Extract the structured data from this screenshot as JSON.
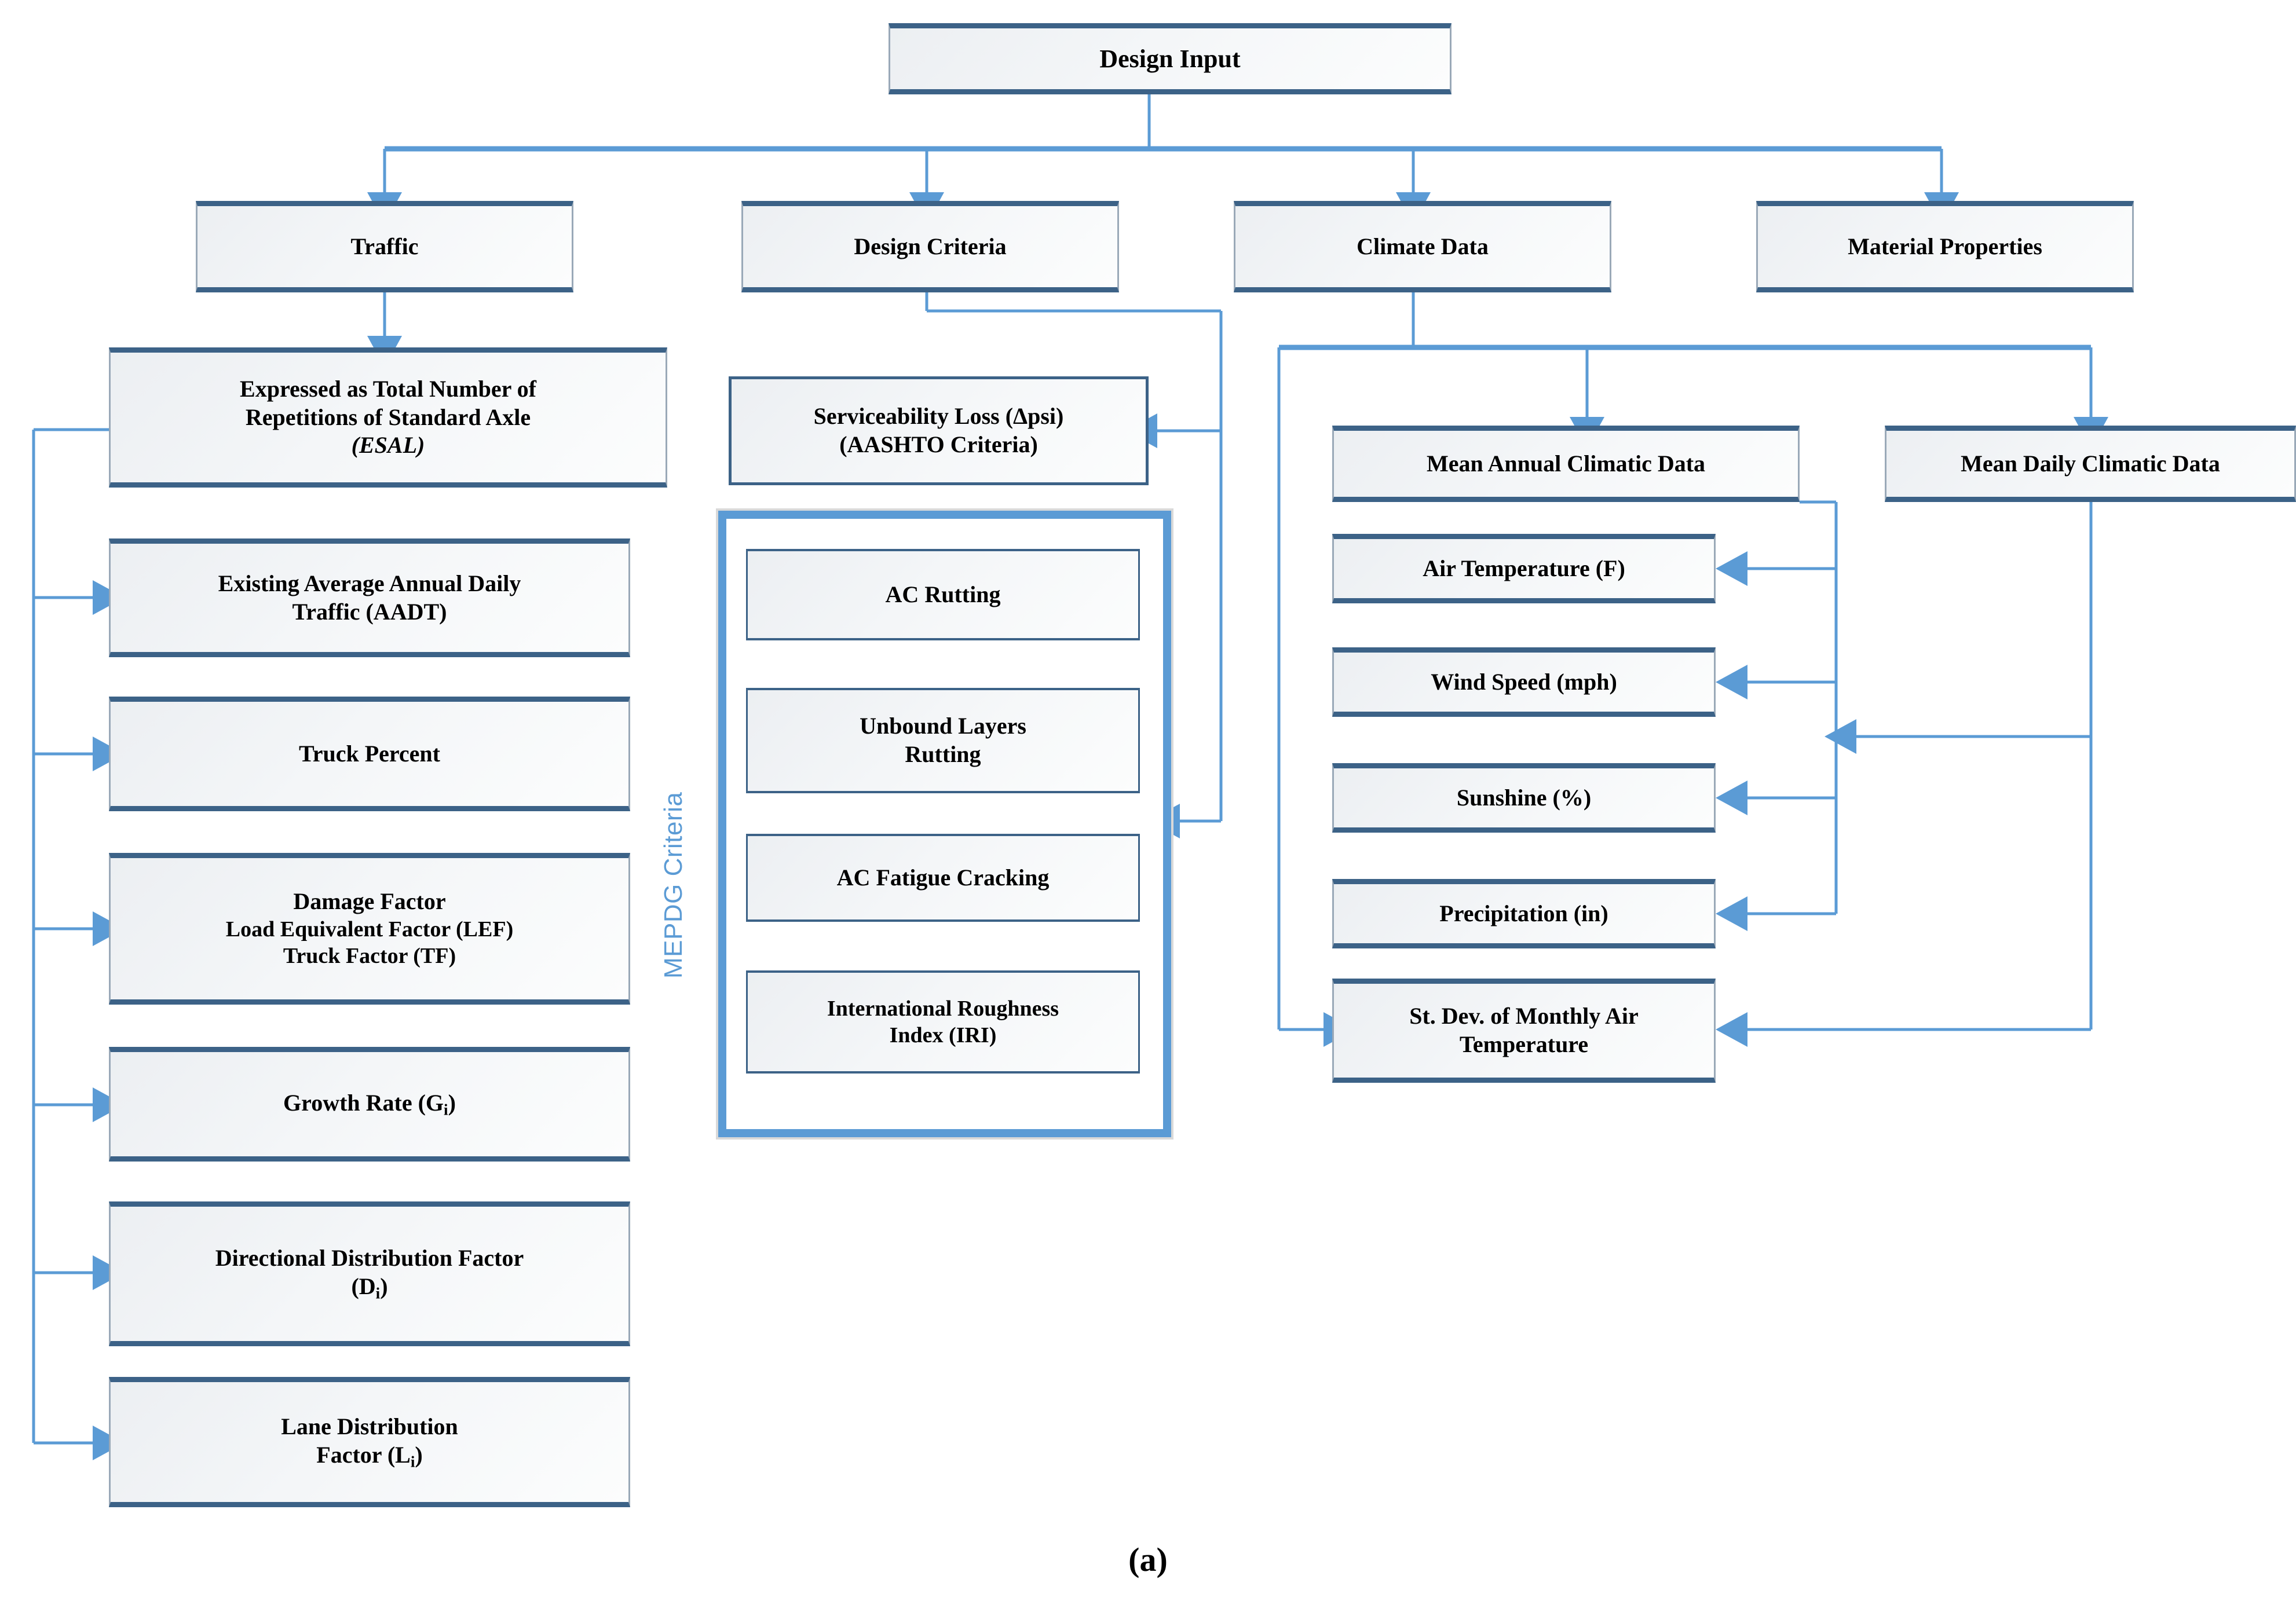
{
  "figure": {
    "caption": "(a)",
    "accent_color": "#5b9bd5",
    "box_border_color": "#3c6287",
    "connector_color": "#5b9bd5",
    "group_label": "MEPDG Criteria"
  },
  "root": {
    "label": "Design Input"
  },
  "level2": [
    {
      "label": "Traffic"
    },
    {
      "label": "Design Criteria"
    },
    {
      "label": "Climate Data"
    },
    {
      "label": "Material Properties"
    }
  ],
  "traffic_children": [
    {
      "line1": "Expressed as Total Number of",
      "line2": "Repetitions of Standard Axle",
      "line3": "(ESAL)"
    },
    {
      "line1": "Existing Average Annual Daily",
      "line2": "Traffic (AADT)"
    },
    {
      "line1": "Truck Percent"
    },
    {
      "line1": "Damage Factor",
      "line2": "Load Equivalent Factor (LEF)",
      "line3": "Truck Factor (TF)"
    },
    {
      "line1": "Growth Rate (G",
      "sub": "i",
      "line1_tail": ")"
    },
    {
      "line1": "Directional Distribution Factor",
      "line2": "(D",
      "sub": "i",
      "line2_tail": ")"
    },
    {
      "line1": "Lane Distribution",
      "line2": "Factor (L",
      "sub": "i",
      "line2_tail": ")"
    }
  ],
  "design_criteria_children": [
    {
      "line1": "Serviceability Loss (Δpsi)",
      "line2": "(AASHTO Criteria)"
    }
  ],
  "mepdg_criteria": [
    {
      "line1": "AC Rutting"
    },
    {
      "line1": "Unbound Layers",
      "line2": "Rutting"
    },
    {
      "line1": "AC Fatigue Cracking"
    },
    {
      "line1": "International Roughness",
      "line2": "Index (IRI)"
    }
  ],
  "climate_groups": [
    {
      "label": "Mean Annual Climatic Data"
    },
    {
      "label": "Mean Daily Climatic Data"
    }
  ],
  "climate_children": [
    {
      "label": "Air Temperature (F)"
    },
    {
      "label": "Wind Speed (mph)"
    },
    {
      "label": "Sunshine (%)"
    },
    {
      "label": "Precipitation (in)"
    },
    {
      "line1": "St. Dev. of Monthly Air",
      "line2": "Temperature"
    }
  ]
}
